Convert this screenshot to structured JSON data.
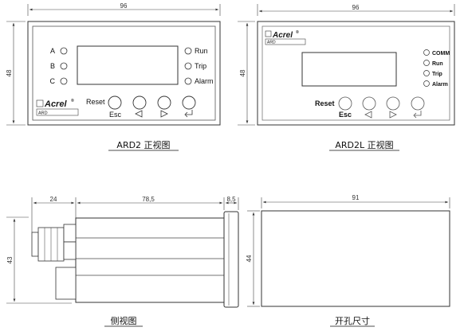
{
  "front_view_ard2": {
    "dim_width": "96",
    "dim_height": "48",
    "led_left": [
      "A",
      "B",
      "C"
    ],
    "led_right": [
      "Run",
      "Trip",
      "Alarm"
    ],
    "logo": "Acrel",
    "logo_mark": "®",
    "model_tag": "ARD",
    "reset_label": "Reset",
    "esc_label": "Esc",
    "caption": "ARD2 正视图"
  },
  "front_view_ard2l": {
    "dim_width": "96",
    "dim_height": "48",
    "logo": "Acrel",
    "logo_mark": "®",
    "model_tag": "ARD",
    "led_right": [
      "COMM",
      "Run",
      "Trip",
      "Alarm"
    ],
    "reset_label": "Reset",
    "esc_label": "Esc",
    "caption": "ARD2L 正视图"
  },
  "side_view": {
    "dim_a": "24",
    "dim_b": "78,5",
    "dim_c": "8,5",
    "dim_height": "43",
    "caption": "侧视图"
  },
  "cutout_view": {
    "dim_width": "91",
    "dim_height": "44",
    "caption": "开孔尺寸"
  }
}
